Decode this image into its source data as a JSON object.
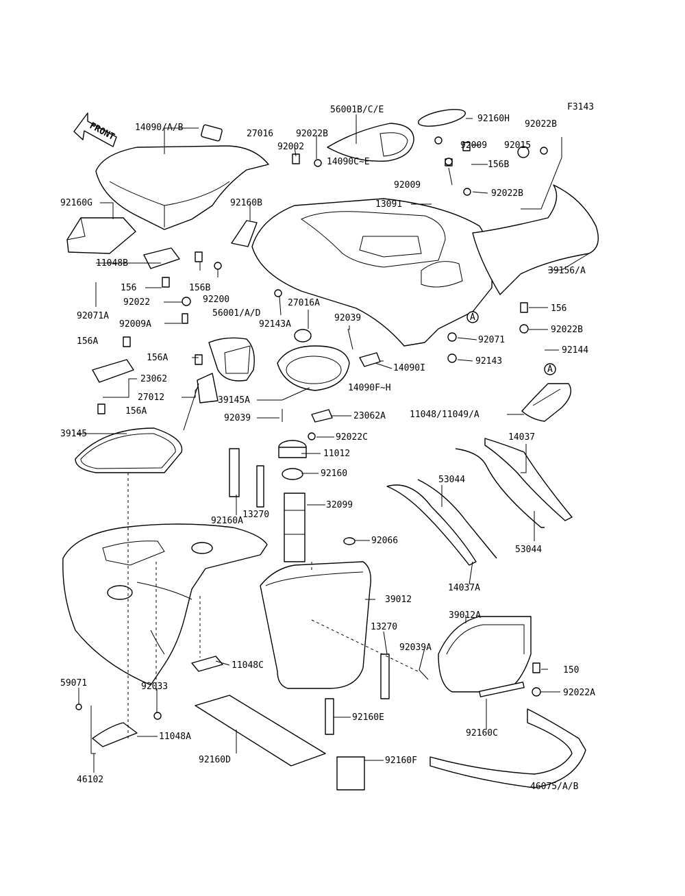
{
  "figure_code": "F3143",
  "front_label": "FRONT",
  "labels": {
    "l14090ab": "14090/A/B",
    "l27016": "27016",
    "l56001bce": "56001B/C/E",
    "l92160h": "92160H",
    "l92022b_1": "92022B",
    "l92022b_2": "92022B",
    "l92022b_3": "92022B",
    "l92002": "92002",
    "l92009_1": "92009",
    "l92009_2": "92009",
    "l92015": "92015",
    "l156b_1": "156B",
    "l156b_2": "156B",
    "l14090ce": "14090C~E",
    "l92160g": "92160G",
    "l92160b": "92160B",
    "l13091": "13091",
    "l39156a": "39156/A",
    "l11048b": "11048B",
    "l156_1": "156",
    "l156_2": "156",
    "l92200": "92200",
    "l92022": "92022",
    "l92071a": "92071A",
    "l92009a": "92009A",
    "l56001ad": "56001/A/D",
    "l92143a": "92143A",
    "l27016a": "27016A",
    "l92039_1": "92039",
    "l92039_2": "92039",
    "l92071": "92071",
    "l92022b_4": "92022B",
    "l92144": "92144",
    "l156a_1": "156A",
    "l156a_2": "156A",
    "l156a_3": "156A",
    "l14090i": "14090I",
    "l92143": "92143",
    "l23062": "23062",
    "l27012": "27012",
    "l14090fh": "14090F~H",
    "l39145a": "39145A",
    "l23062a": "23062A",
    "l11048_11049a": "11048/11049/A",
    "l39145": "39145",
    "l92022c": "92022C",
    "l11012": "11012",
    "l14037": "14037",
    "l92160": "92160",
    "l53044_1": "53044",
    "l53044_2": "53044",
    "l92160a": "92160A",
    "l32099": "32099",
    "l13270_1": "13270",
    "l13270_2": "13270",
    "l92066": "92066",
    "l14037a": "14037A",
    "l39012": "39012",
    "l39012a": "39012A",
    "l92039a": "92039A",
    "l11048c": "11048C",
    "l150": "150",
    "l59071": "59071",
    "l92033": "92033",
    "l92022a": "92022A",
    "l92160e": "92160E",
    "l92160c": "92160C",
    "l11048a": "11048A",
    "l92160d": "92160D",
    "l92160f": "92160F",
    "l46102": "46102",
    "l46075ab": "46075/A/B",
    "ref_a_1": "A",
    "ref_a_2": "A"
  }
}
